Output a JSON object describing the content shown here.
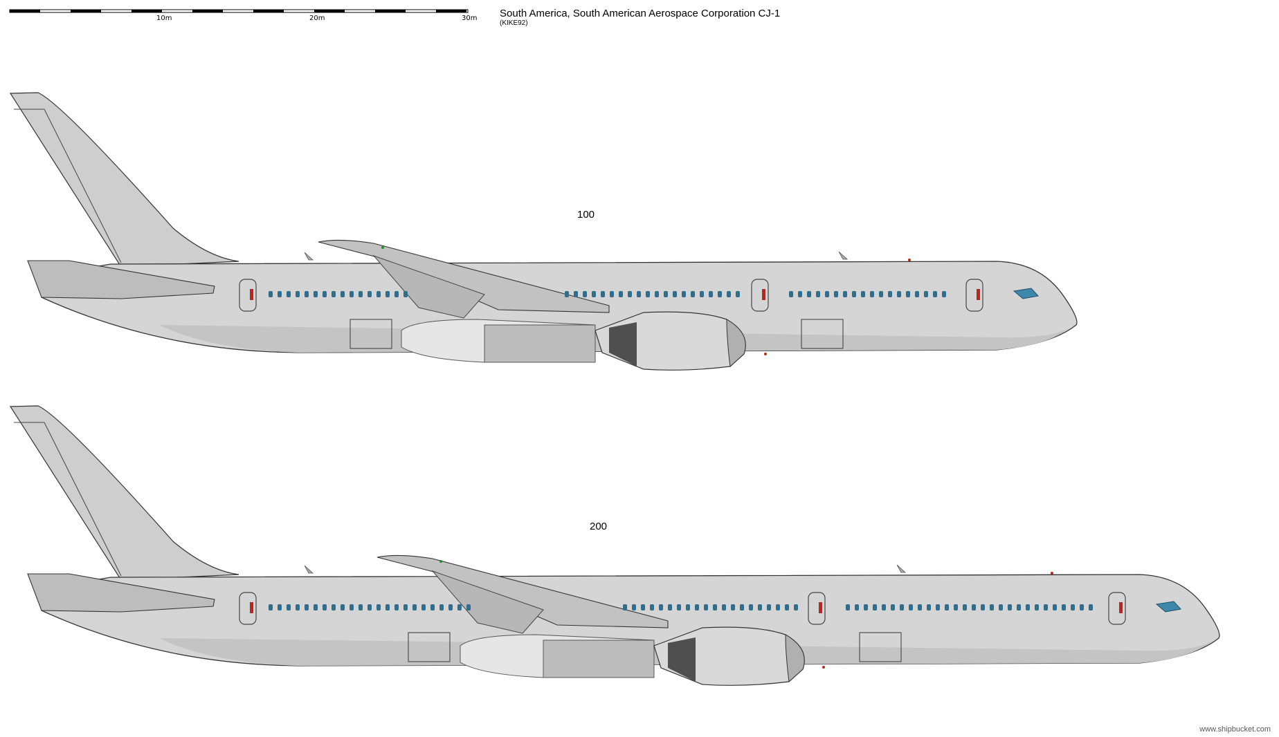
{
  "header": {
    "title": "South America, South American Aerospace Corporation  CJ-1",
    "credit": "(KIKE92)"
  },
  "scale_bar": {
    "labels": [
      "10m",
      "20m",
      "30m"
    ]
  },
  "aircraft": [
    {
      "variant": "100"
    },
    {
      "variant": "200"
    }
  ],
  "watermark": "www.shipbucket.com",
  "colors": {
    "fuselage": "#d4d4d4",
    "outline": "#3a3a3a",
    "window": "#2f6e8c",
    "cockpit": "#3d87aa",
    "door_mark": "#c0231d"
  }
}
